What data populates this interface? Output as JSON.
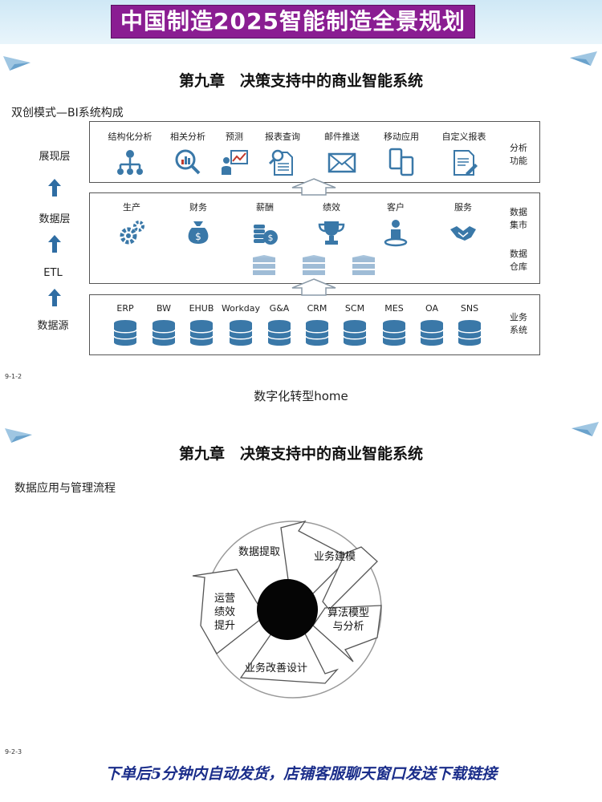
{
  "banner": {
    "title": "中国制造2025智能制造全景规划"
  },
  "slide1": {
    "chapter_title": "第九章　决策支持中的商业智能系统",
    "subtitle": "双创模式—BI系统构成",
    "layers": {
      "presentation": "展现层",
      "data": "数据层",
      "etl": "ETL",
      "source": "数据源"
    },
    "side": {
      "analysis": [
        "分析",
        "功能"
      ],
      "mart": [
        "数据",
        "集市"
      ],
      "warehouse": [
        "数据",
        "仓库"
      ],
      "business": [
        "业务",
        "系统"
      ]
    },
    "functions": [
      {
        "label": "结构化分析",
        "icon": "hierarchy-icon"
      },
      {
        "label": "相关分析",
        "icon": "magnifier-chart-icon"
      },
      {
        "label": "预测",
        "icon": "presenter-chart-icon"
      },
      {
        "label": "报表查询",
        "icon": "document-search-icon"
      },
      {
        "label": "邮件推送",
        "icon": "envelope-icon"
      },
      {
        "label": "移动应用",
        "icon": "mobile-devices-icon"
      },
      {
        "label": "自定义报表",
        "icon": "report-edit-icon"
      }
    ],
    "marts": [
      {
        "label": "生产",
        "icon": "gears-icon"
      },
      {
        "label": "财务",
        "icon": "money-bag-icon"
      },
      {
        "label": "薪酬",
        "icon": "coins-icon"
      },
      {
        "label": "绩效",
        "icon": "trophy-icon"
      },
      {
        "label": "客户",
        "icon": "person-icon"
      },
      {
        "label": "服务",
        "icon": "handshake-icon"
      }
    ],
    "sources": [
      "ERP",
      "BW",
      "EHUB",
      "Workday",
      "G&A",
      "CRM",
      "SCM",
      "MES",
      "OA",
      "SNS"
    ],
    "slide_number": "9-1-2",
    "caption": "数字化转型home"
  },
  "slide2": {
    "chapter_title": "第九章　决策支持中的商业智能系统",
    "subtitle": "数据应用与管理流程",
    "cycle": {
      "extract": "数据提取",
      "modeling": "业务建模",
      "algorithm": [
        "算法模型",
        "与分析"
      ],
      "improve": "业务改善设计",
      "operation": [
        "运营",
        "绩效",
        "提升"
      ]
    },
    "slide_number": "9-2-3"
  },
  "footer": {
    "text": "下单后5分钟内自动发货，店铺客服聊天窗口发送下载链接"
  },
  "colors": {
    "banner": "#8a1d92",
    "icon_blue": "#3a78a8",
    "footer": "#1a2d8a"
  }
}
